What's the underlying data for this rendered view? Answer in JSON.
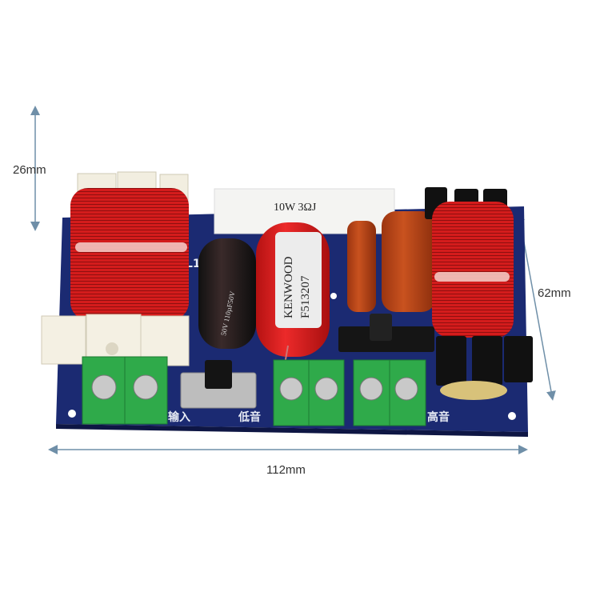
{
  "dimensions": {
    "height": "26mm",
    "width": "62mm",
    "length": "112mm"
  },
  "components": {
    "resistor_label": "10W 3ΩJ",
    "capacitor_brand": "KENWOOD",
    "capacitor_code": "F513207",
    "electrolytic_label": "50V 110µF50V",
    "coil_label": "L1"
  },
  "board_labels": {
    "input": "输入",
    "bass": "低音",
    "treble": "高音"
  },
  "colors": {
    "board": "#1b2a72",
    "coil": "#d81e1e",
    "terminal": "#2faa4a",
    "dimension_line": "#6f8fa8"
  }
}
